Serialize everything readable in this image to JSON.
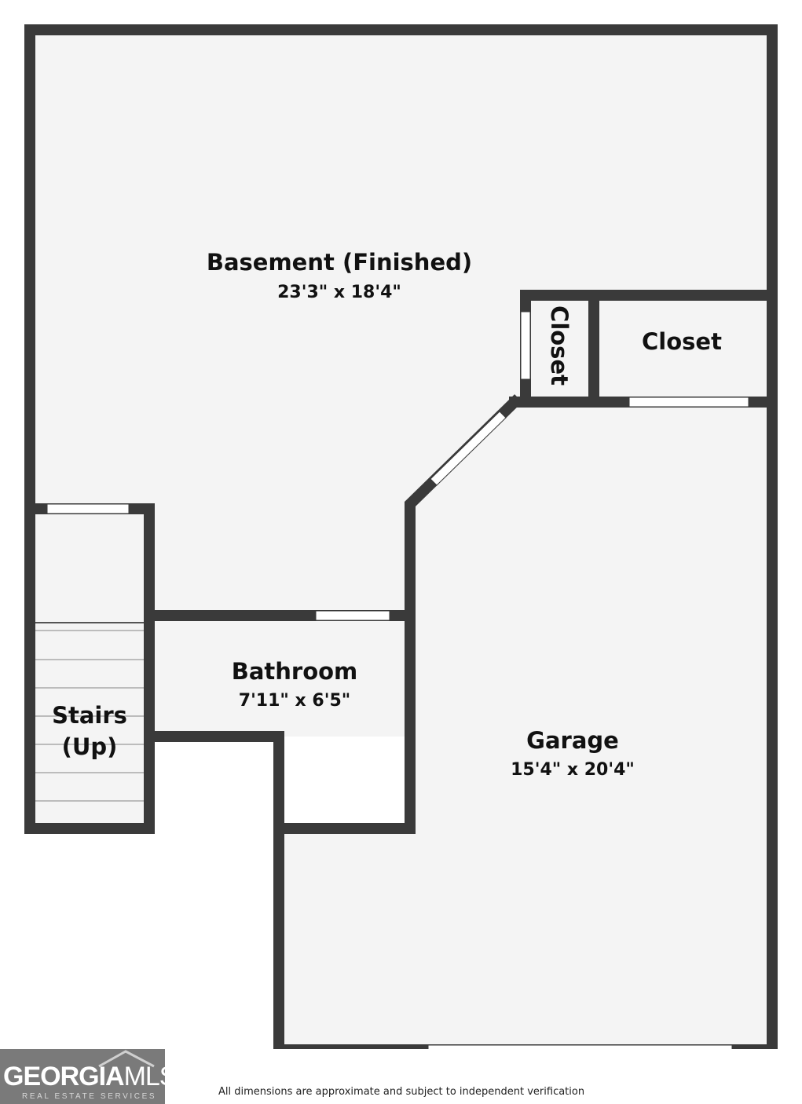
{
  "rooms": {
    "basement": {
      "name": "Basement (Finished)",
      "dims": "23'3\" x 18'4\""
    },
    "closet_small": {
      "name": "Closet"
    },
    "closet_large": {
      "name": "Closet"
    },
    "bathroom": {
      "name": "Bathroom",
      "dims": "7'11\" x 6'5\""
    },
    "stairs": {
      "name_line1": "Stairs",
      "name_line2": "(Up)"
    },
    "garage": {
      "name": "Garage",
      "dims": "15'4\" x 20'4\""
    }
  },
  "logo": {
    "word_bold": "GEORGIA",
    "word_light": "MLS",
    "tagline": "REAL ESTATE SERVICES"
  },
  "disclaimer": "All dimensions are approximate and subject to independent verification",
  "colors": {
    "wall": "#3a3a3a",
    "floor": "#f4f4f4",
    "opening": "#ffffff",
    "logo_bg": "#7a7a7a"
  }
}
